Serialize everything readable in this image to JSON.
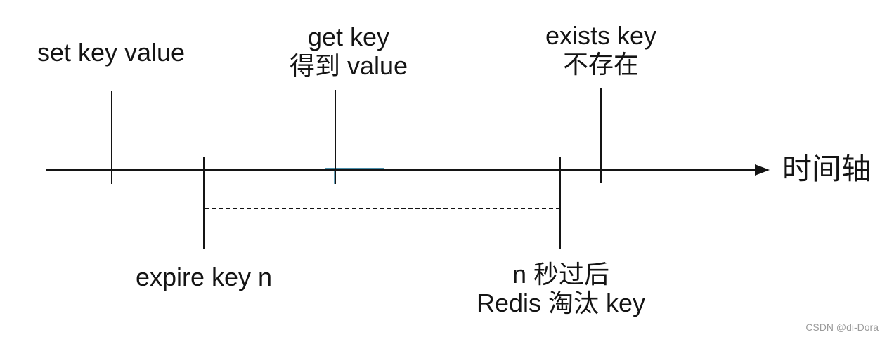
{
  "diagram": {
    "title_context": "Redis key expiration timeline",
    "axis": {
      "label": "时间轴"
    },
    "labels": {
      "set_key": {
        "line1": "set key value"
      },
      "get_key": {
        "line1": "get key",
        "line2": "得到 value"
      },
      "exists_key": {
        "line1": "exists key",
        "line2": "不存在"
      },
      "expire_key": {
        "line1": "expire key n"
      },
      "evict_key": {
        "line1": "n 秒过后",
        "line2": "Redis 淘汰 key"
      }
    },
    "colors": {
      "line": "#141414",
      "accent": "#2b7c9e",
      "watermark_text": "#9b9b9b",
      "background": "#ffffff"
    },
    "watermark": "CSDN @di-Dora"
  }
}
